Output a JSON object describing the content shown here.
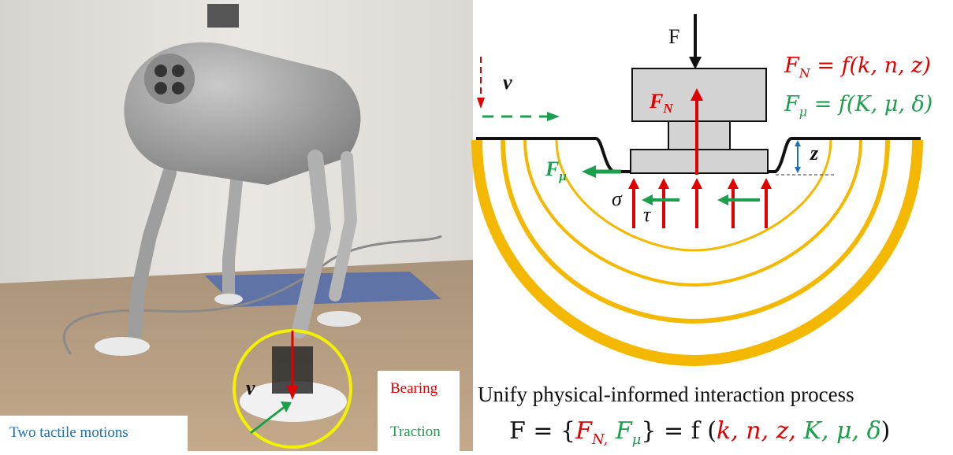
{
  "photo": {
    "velocity_label": "v",
    "caption": "Two tactile  motions"
  },
  "legend": {
    "bearing": "Bearing",
    "traction": "Traction"
  },
  "diagram": {
    "force_top": "F",
    "velocity": "v",
    "normal_force": "F_N",
    "friction_force": "F_μ",
    "depth": "z",
    "sigma": "σ",
    "tau": "τ",
    "eq_normal": {
      "lhs": "F",
      "sub": "N",
      "rhs": " = f(k, n, z)"
    },
    "eq_friction": {
      "lhs": "F",
      "sub": "μ",
      "rhs": " = f(K, μ, δ)"
    }
  },
  "summary": {
    "title": "Unify physical-informed  interaction process",
    "formula": {
      "lhs": "F = {",
      "fn": "F",
      "fn_sub": "N,",
      "fmu": " F",
      "fmu_sub": "μ",
      "mid": "} = f (",
      "red_args": "k, n, z,",
      "green_args": " K, μ, δ",
      "end": ")"
    }
  },
  "colors": {
    "bearing": "#e00000",
    "traction": "#1aa04a",
    "soil_arcs": "#f5b800",
    "caption": "#1f6fb8",
    "highlight_circle": "#f2f200"
  }
}
